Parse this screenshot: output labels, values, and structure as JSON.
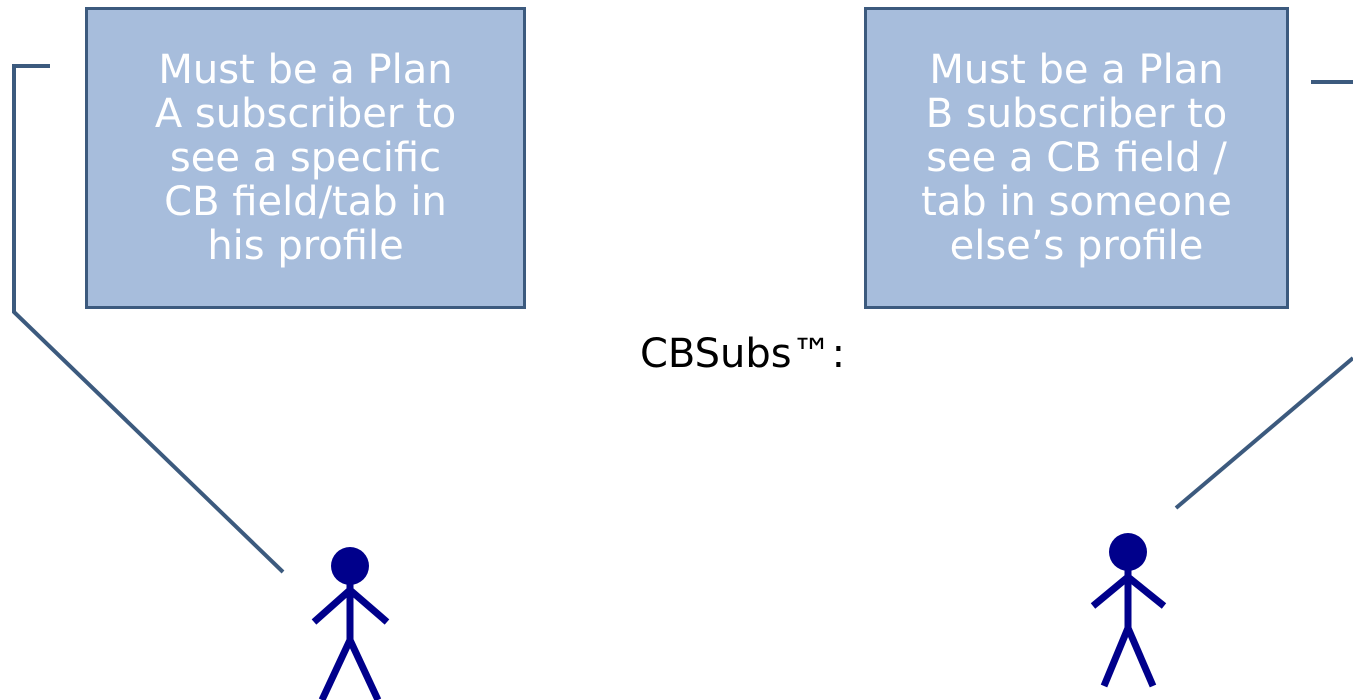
{
  "title": "CBSubs™:",
  "callouts": {
    "left": {
      "lines": [
        "Must be a Plan",
        "A subscriber to",
        "see a specific",
        "CB field/tab in",
        "his profile"
      ]
    },
    "right": {
      "lines": [
        "Must be a Plan",
        "B subscriber to",
        "see a CB field /",
        "tab in someone",
        "else’s profile"
      ]
    }
  },
  "colors": {
    "callout_fill": "#a7bddc",
    "callout_border": "#3c5a7e",
    "callout_text": "#ffffff",
    "figure": "#00008b"
  },
  "icons": {
    "left_person": "stick-figure-icon",
    "right_person": "stick-figure-icon"
  }
}
